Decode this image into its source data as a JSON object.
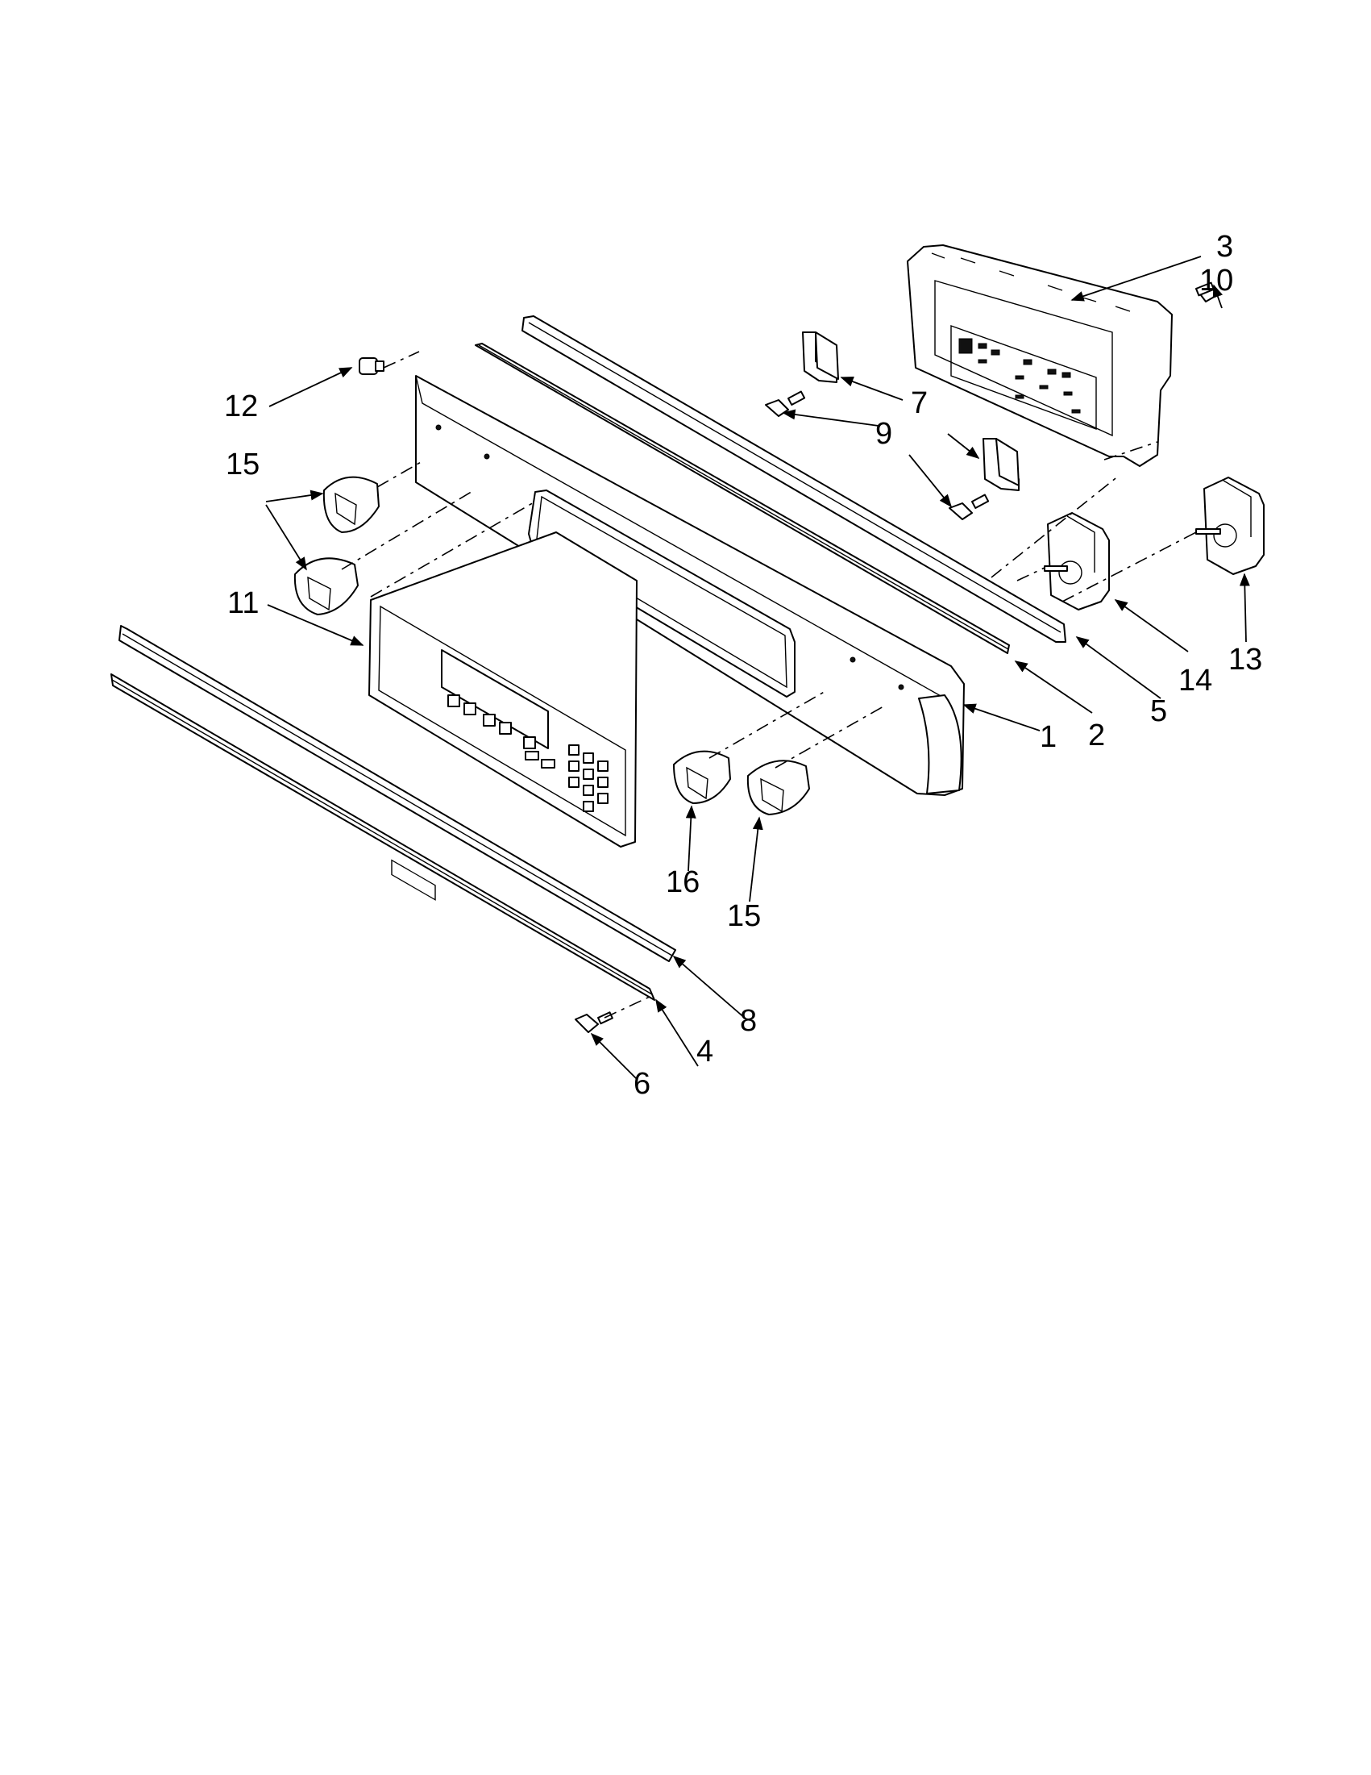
{
  "callouts": {
    "c1": "1",
    "c2": "2",
    "c3": "3",
    "c4": "4",
    "c5": "5",
    "c6": "6",
    "c7": "7",
    "c8": "8",
    "c9a": "9",
    "c10": "10",
    "c11": "11",
    "c12": "12",
    "c13": "13",
    "c14": "14",
    "c15a": "15",
    "c15b": "15",
    "c16": "16"
  }
}
